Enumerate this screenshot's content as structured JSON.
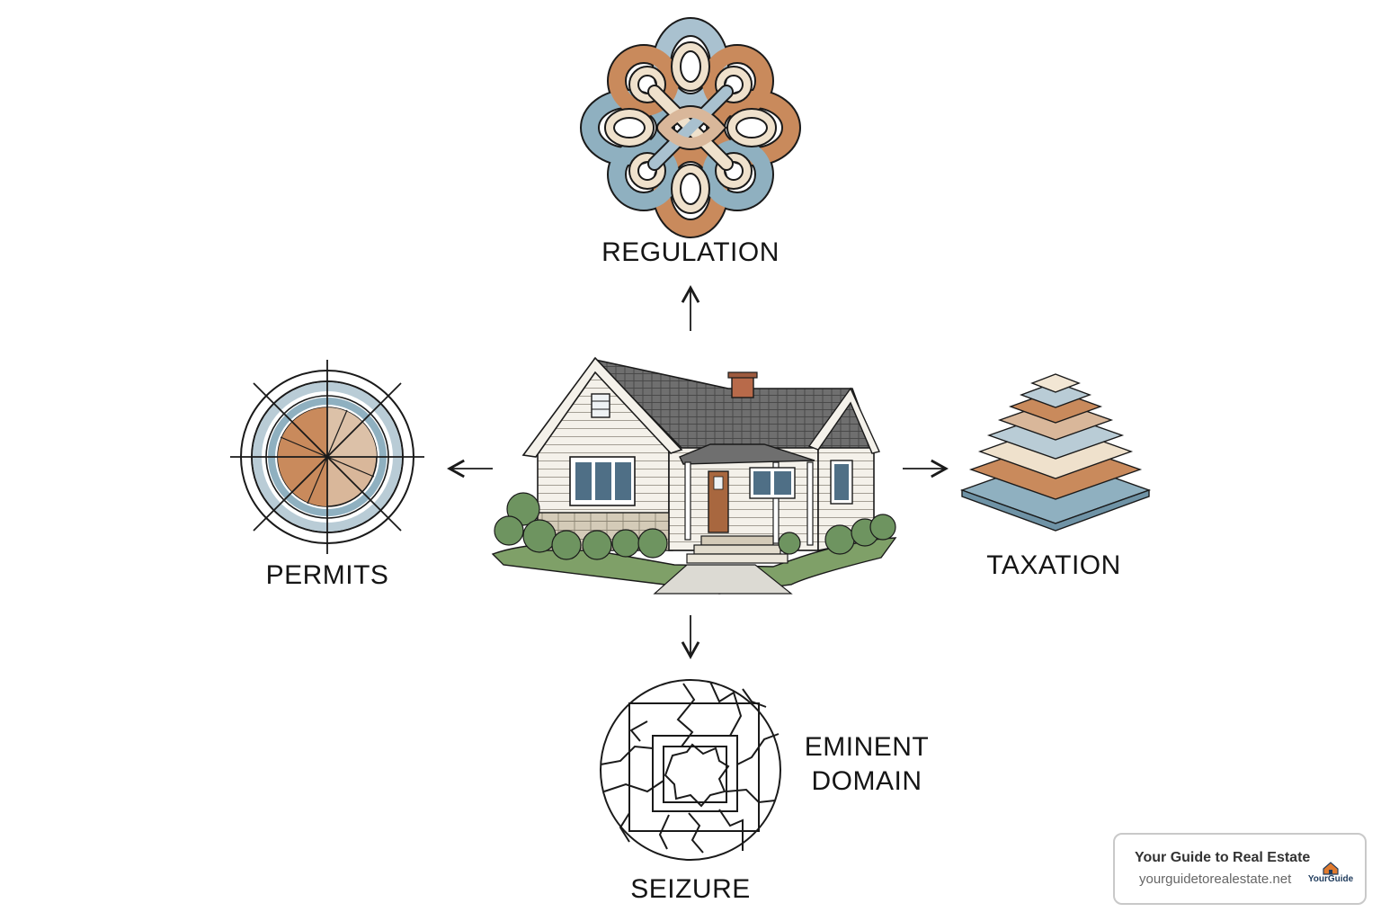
{
  "nodes": {
    "regulation": "REGULATION",
    "permits": "PERMITS",
    "taxation": "TAXATION",
    "seizure": "SEIZURE",
    "eminent_domain_line1": "EMINENT",
    "eminent_domain_line2": "DOMAIN"
  },
  "badge": {
    "title": "Your Guide to Real Estate",
    "url": "yourguidetorealestate.net",
    "logo_text": "YourGuide"
  },
  "colors": {
    "copper": "#c98a5c",
    "sand": "#d9b79a",
    "cream": "#efe1cc",
    "blue_gray": "#8fb0c0",
    "light_blue": "#b9ccd6",
    "ink": "#1a1a1a",
    "grass": "#7fa068",
    "shrub": "#6e9460"
  },
  "icons": {
    "regulation": "celtic-knot-icon",
    "permits": "target-crosshair-icon",
    "taxation": "layered-pyramid-icon",
    "seizure": "cracked-globe-icon",
    "center": "house-illustration"
  }
}
